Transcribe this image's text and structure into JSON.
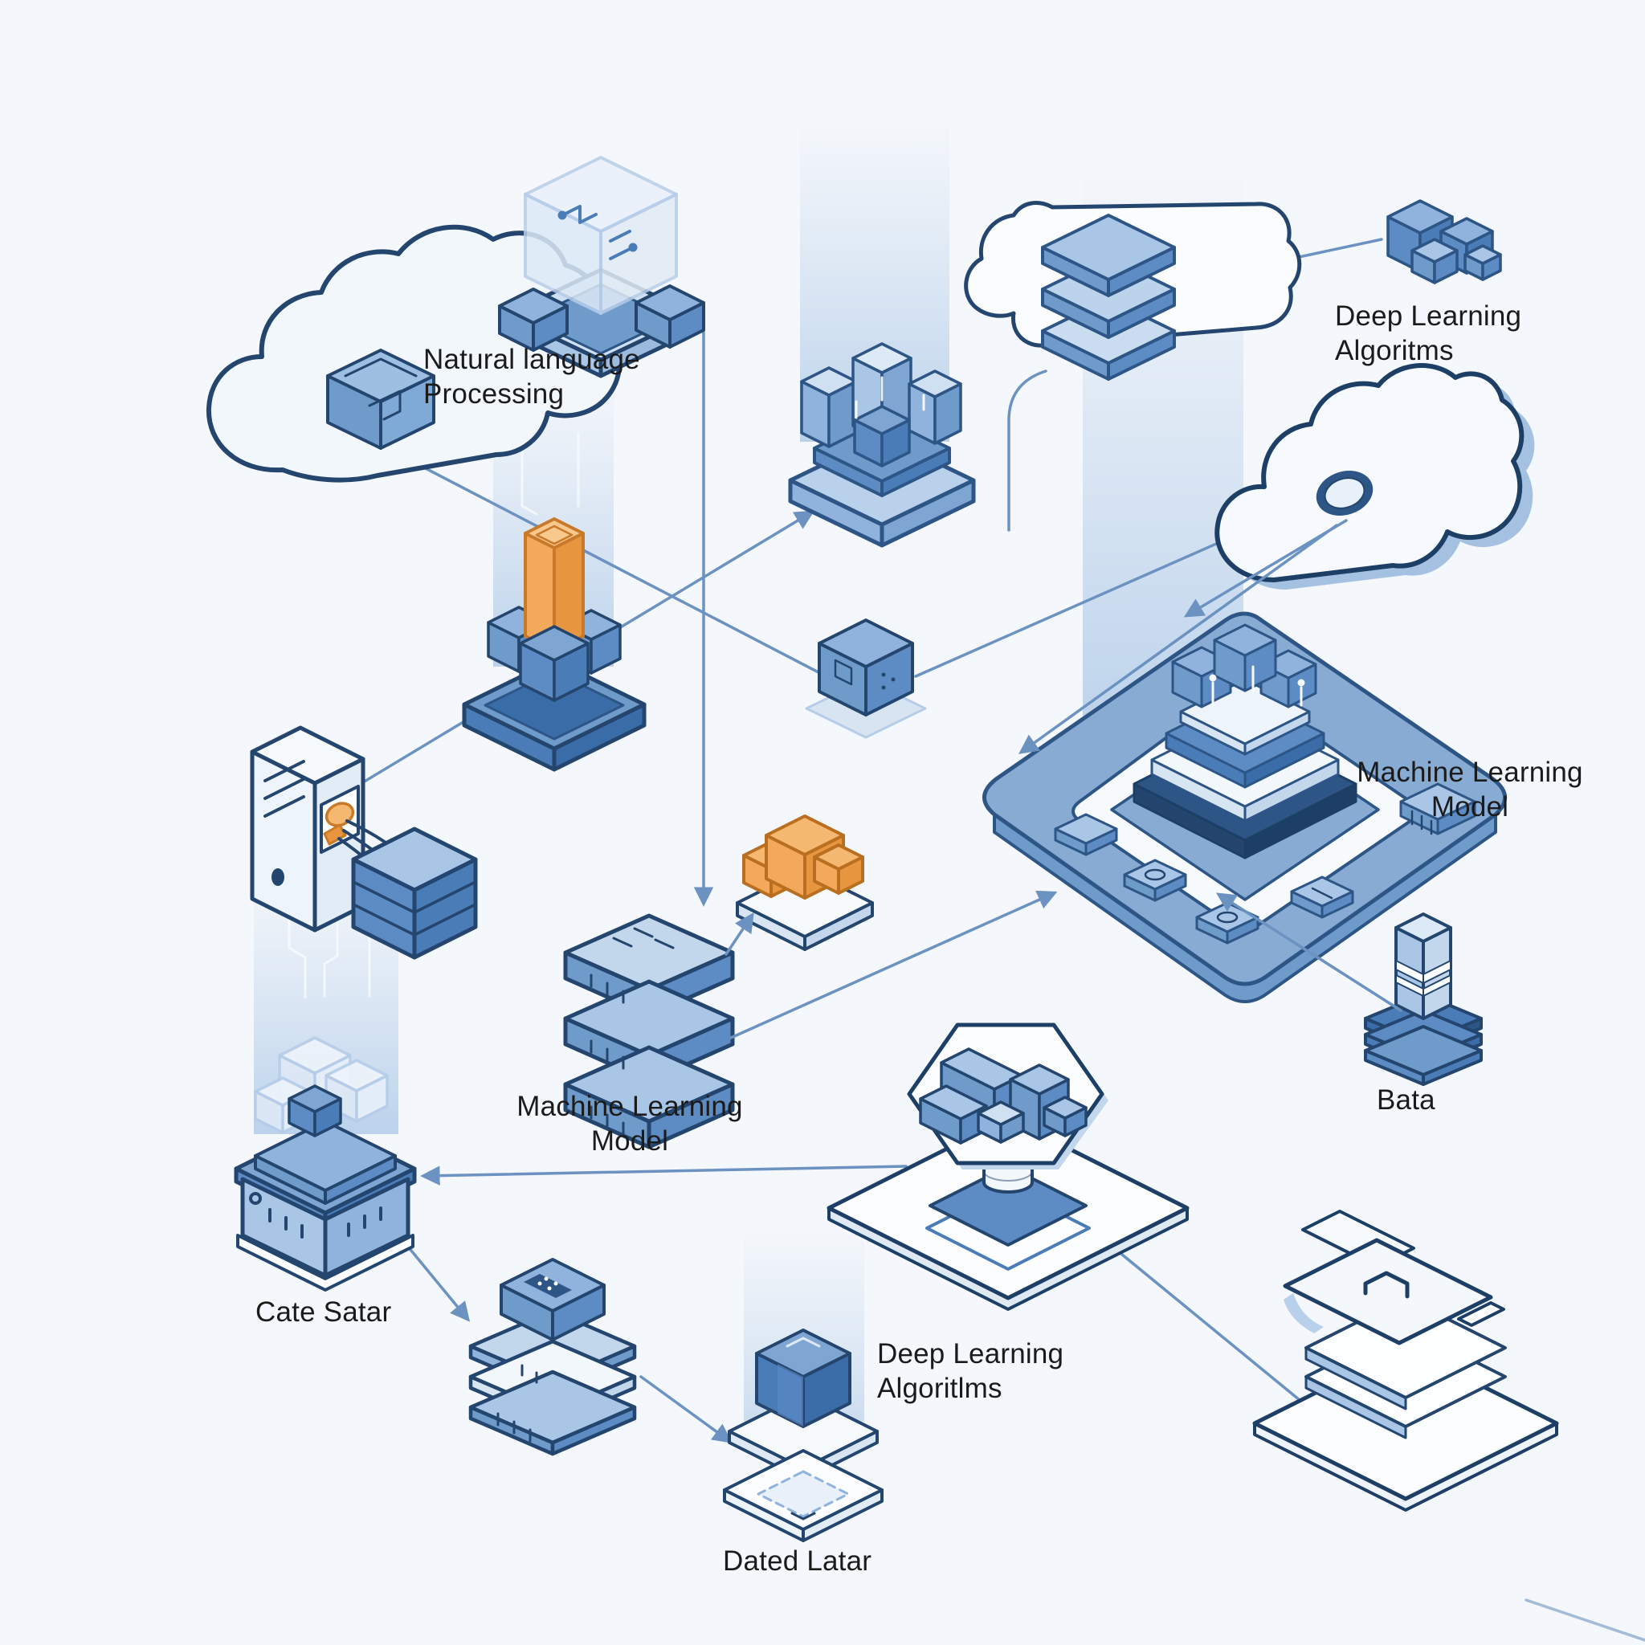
{
  "labels": {
    "nlp": "Natural language\nProcessing",
    "dl_top": "Deep Learning\nAlgoritms",
    "ml_right": "Machine Learning\nModel",
    "bata": "Bata",
    "ml_center": "Machine Learning\nModel",
    "cate": "Cate Satar",
    "dl_bottom": "Deep Learning\nAlgoritlms",
    "dated": "Dated Latar"
  },
  "icons": [
    "cloud-chip-icon",
    "ghost-cube-platform-icon",
    "city-platform-icon",
    "layer-stack-blob-icon",
    "blocks-badge-icon",
    "cloud-3d-icon",
    "ml-board-icon",
    "data-cube-icon",
    "orange-tower-platform-icon",
    "pc-tower-icon",
    "server-stack-icon",
    "orange-cube-icon",
    "data-box-platform-icon",
    "hexagon-puzzle-icon",
    "data-tower-icon",
    "device-stack-icon",
    "deep-learning-cube-icon",
    "folder-files-icon"
  ],
  "colors": {
    "background": "#f4f7fb",
    "outline": "#24466e",
    "outline_dark": "#1d3f66",
    "blue_dark": "#2d5585",
    "blue_mid": "#5d8cc4",
    "blue_soft": "#8fb3dc",
    "blue_light": "#a9c6e6",
    "blue_pale": "#dce9f6",
    "accent_orange": "#e8953f",
    "accent_orange_light": "#f4b871",
    "connector": "#6b92c0",
    "text": "#1b1b1b"
  }
}
